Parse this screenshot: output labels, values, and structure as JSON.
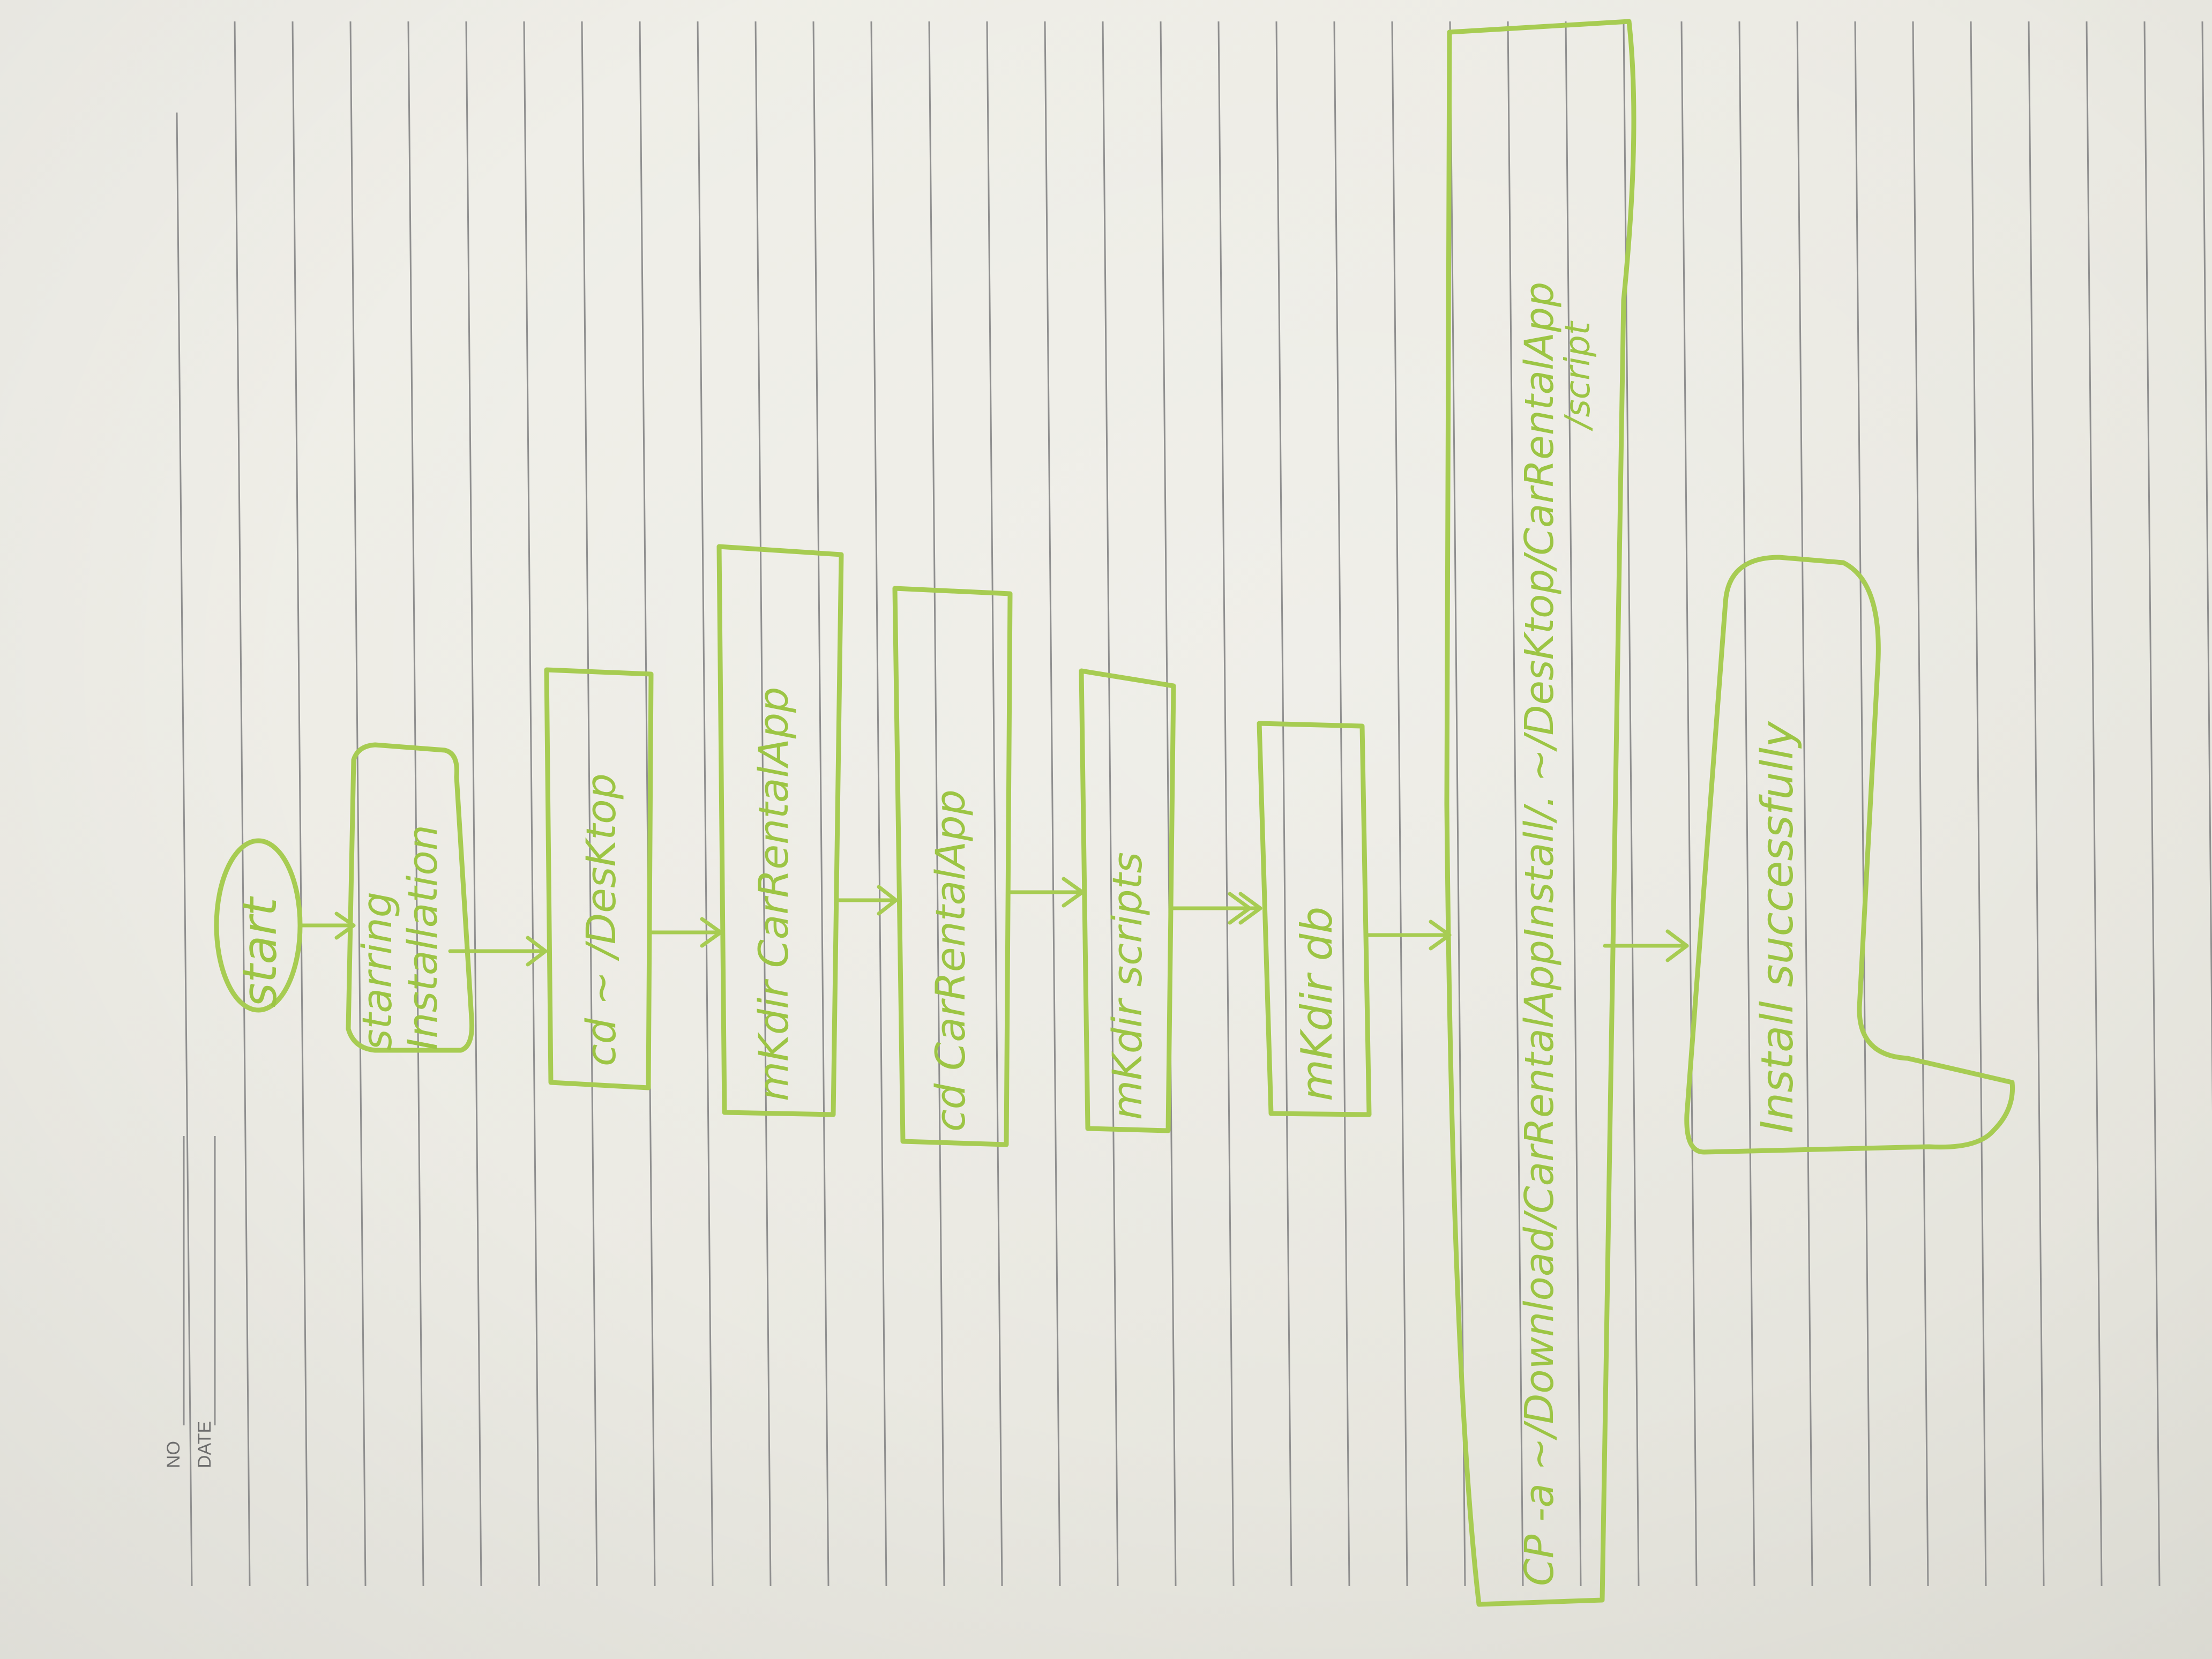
{
  "form": {
    "no_label": "NO",
    "date_label": "DATE"
  },
  "ink_color": "#a7cc52",
  "flowchart": {
    "steps": [
      {
        "shape": "oval",
        "label": "start"
      },
      {
        "shape": "rounded-rectangle",
        "label": "starring installation",
        "lines": [
          "starring",
          "Installation"
        ]
      },
      {
        "shape": "rectangle",
        "label": "cd ~/Desktop",
        "lines": [
          "cd ~ /DesKtop"
        ]
      },
      {
        "shape": "rectangle",
        "label": "mkdir CarRentalApp",
        "lines": [
          "mKdir CarRentalApp"
        ]
      },
      {
        "shape": "rectangle",
        "label": "cd CarRentalApp",
        "lines": [
          "cd  CarRentalApp"
        ]
      },
      {
        "shape": "rectangle",
        "label": "mkdir scripts",
        "lines": [
          "mKdir scripts"
        ]
      },
      {
        "shape": "rectangle",
        "label": "mkdir db",
        "lines": [
          "mKdir db"
        ]
      },
      {
        "shape": "rectangle",
        "label": "cp -a ~/Download/CarRentalAppInstall/. ~/Desktop/CarRentalApp/script",
        "lines": [
          "CP -a ~/Download/CarRentalAppInstall/. ~/DesKtop/CarRentalApp",
          "/script"
        ]
      },
      {
        "shape": "rounded-rectangle",
        "label": "Install successfully",
        "lines": [
          "Install successfully"
        ]
      }
    ],
    "connector": "arrow"
  }
}
